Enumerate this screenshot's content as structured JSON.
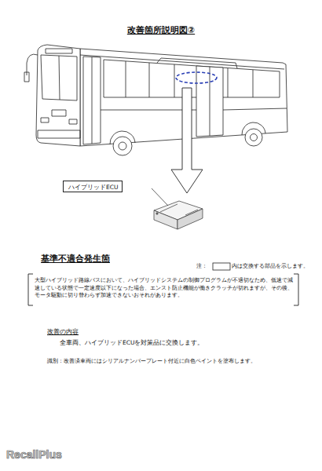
{
  "diagram": {
    "title": "改善箇所説明図②",
    "nodes": [
      {
        "text": [
          "ハイブリッドECU"
        ]
      }
    ],
    "labels": [
      "基準不適合発生箇",
      "注：",
      "内は交換する部品を示します。",
      "大型ハイブリッド路線バスにおいて、ハイブリッドシステムの制御プログラムが不適切なため、低速で減速している状態で一定速度以下になった場合、エンスト防止機能が働きクラッチが切れますが、その後、モータ駆動に切り替わらず加速できないおそれがあります。",
      "改善の内容",
      "全車両、ハイブリッドECUを対策品に交換します。",
      "識別：改善済車両にはシリアルナンバープレート付近に白色ペイントを塗布します。",
      "RecallPlus"
    ]
  }
}
